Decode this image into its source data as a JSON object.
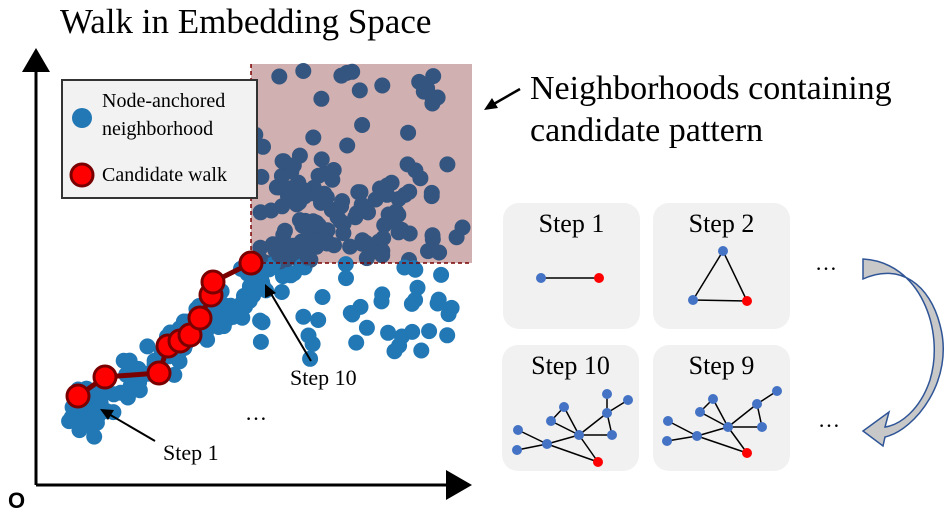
{
  "title": "Walk in Embedding Space",
  "right_title": [
    "Neighborhoods containing",
    "candidate pattern"
  ],
  "legend": {
    "neighborhood_label": "Node-anchored neighborhood",
    "neighborhood_lines": [
      "Node-anchored",
      "neighborhood"
    ],
    "walk_label": "Candidate walk"
  },
  "annotations": {
    "step1": "Step 1",
    "step10": "Step 10",
    "ellipsis": "…"
  },
  "axis": {
    "origin": "O"
  },
  "panels": [
    {
      "label": "Step 1"
    },
    {
      "label": "Step 2"
    },
    {
      "label": "Step 10"
    },
    {
      "label": "Step 9"
    }
  ],
  "ellipsis_top": "…",
  "ellipsis_bottom": "…",
  "colors": {
    "point": "#2178b5",
    "point_in_region": "#34557f",
    "region": "#d0b0b0",
    "walk_fill": "#ff0000",
    "walk_stroke": "#7a0000",
    "graph_node": "#4472c4",
    "graph_anchor": "#ff0000"
  }
}
